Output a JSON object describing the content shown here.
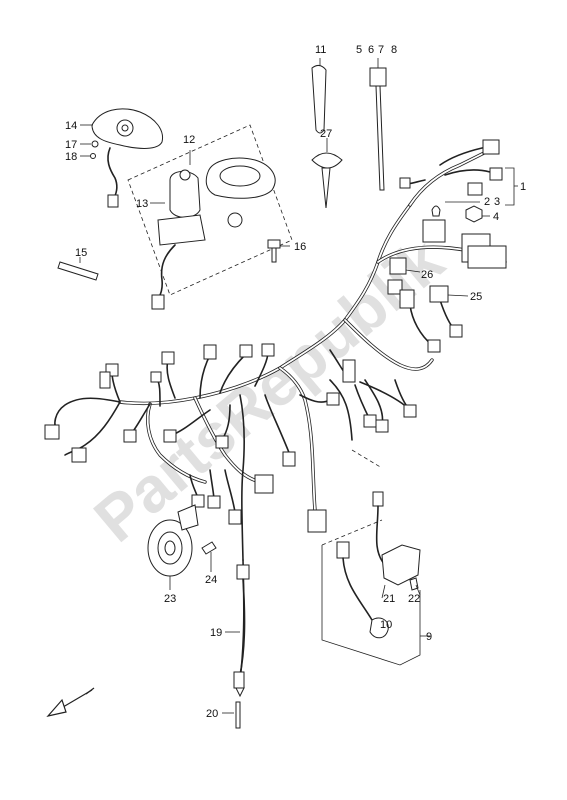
{
  "watermark": "PartsRepublik",
  "callouts": [
    {
      "id": "c1",
      "text": "1"
    },
    {
      "id": "c2",
      "text": "2"
    },
    {
      "id": "c3",
      "text": "3"
    },
    {
      "id": "c4",
      "text": "4"
    },
    {
      "id": "c5",
      "text": "5"
    },
    {
      "id": "c6",
      "text": "6"
    },
    {
      "id": "c7",
      "text": "7"
    },
    {
      "id": "c8",
      "text": "8"
    },
    {
      "id": "c9",
      "text": "9"
    },
    {
      "id": "c10",
      "text": "10"
    },
    {
      "id": "c11",
      "text": "11"
    },
    {
      "id": "c12",
      "text": "12"
    },
    {
      "id": "c13",
      "text": "13"
    },
    {
      "id": "c14",
      "text": "14"
    },
    {
      "id": "c15",
      "text": "15"
    },
    {
      "id": "c16",
      "text": "16"
    },
    {
      "id": "c17",
      "text": "17"
    },
    {
      "id": "c18",
      "text": "18"
    },
    {
      "id": "c19",
      "text": "19"
    },
    {
      "id": "c20",
      "text": "20"
    },
    {
      "id": "c21",
      "text": "21"
    },
    {
      "id": "c22",
      "text": "22"
    },
    {
      "id": "c23",
      "text": "23"
    },
    {
      "id": "c24",
      "text": "24"
    },
    {
      "id": "c25",
      "text": "25"
    },
    {
      "id": "c26",
      "text": "26"
    },
    {
      "id": "c27",
      "text": "27"
    }
  ],
  "icons": {
    "front_arrow": "direction-arrow-icon"
  }
}
